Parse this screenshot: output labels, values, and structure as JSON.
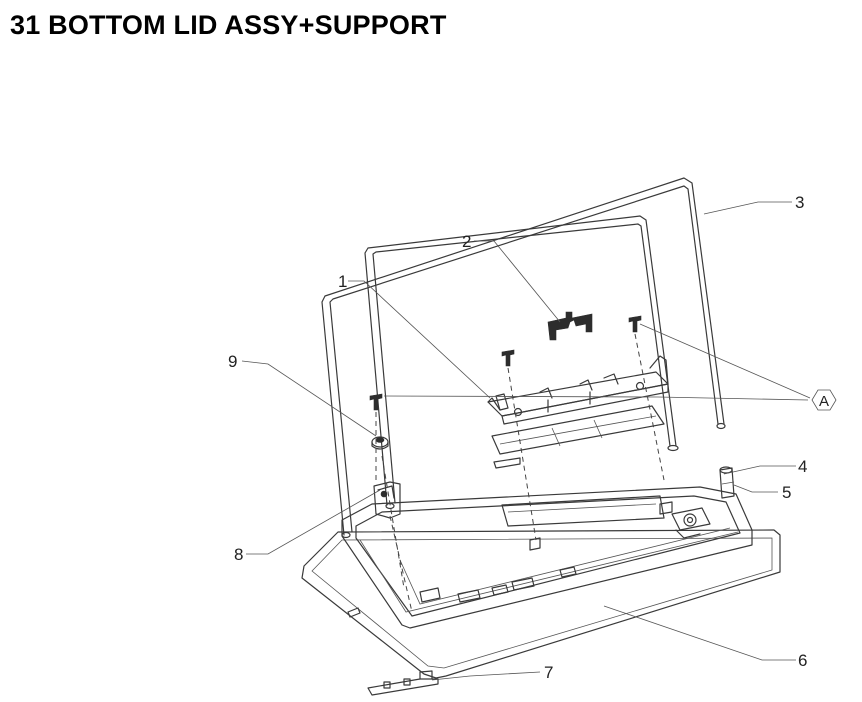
{
  "title": "31  BOTTOM LID ASSY+SUPPORT",
  "callouts": {
    "c1": "1",
    "c2": "2",
    "c3": "3",
    "c4": "4",
    "c5": "5",
    "c6": "6",
    "c7": "7",
    "c8": "8",
    "c9": "9",
    "cA": "A"
  }
}
